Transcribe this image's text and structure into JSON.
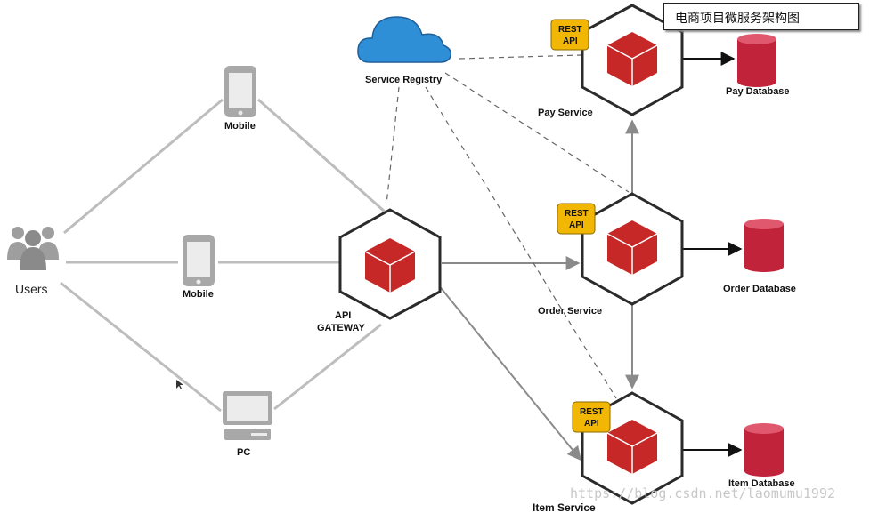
{
  "title": "电商项目微服务架构图",
  "users": {
    "label": "Users"
  },
  "clients": [
    {
      "label": "Mobile"
    },
    {
      "label": "Mobile"
    },
    {
      "label": "PC"
    }
  ],
  "gateway": {
    "line1": "API",
    "line2": "GATEWAY"
  },
  "registry": {
    "label": "Service Registry"
  },
  "services": [
    {
      "label": "Pay Service",
      "badge_line1": "REST",
      "badge_line2": "API",
      "database": "Pay Database"
    },
    {
      "label": "Order Service",
      "badge_line1": "REST",
      "badge_line2": "API",
      "database": "Order Database"
    },
    {
      "label": "Item Service",
      "badge_line1": "REST",
      "badge_line2": "API",
      "database": "Item Database"
    }
  ],
  "watermark": "https://blog.csdn.net/laomumu1992",
  "colors": {
    "hex_border": "#2b2b2b",
    "cube_red": "#c62828",
    "db_red": "#c0233a",
    "badge_yellow": "#f2b705",
    "cloud_blue": "#2f8fd6",
    "line_gray": "#b8b8b8",
    "arrow_gray": "#8a8a8a"
  }
}
